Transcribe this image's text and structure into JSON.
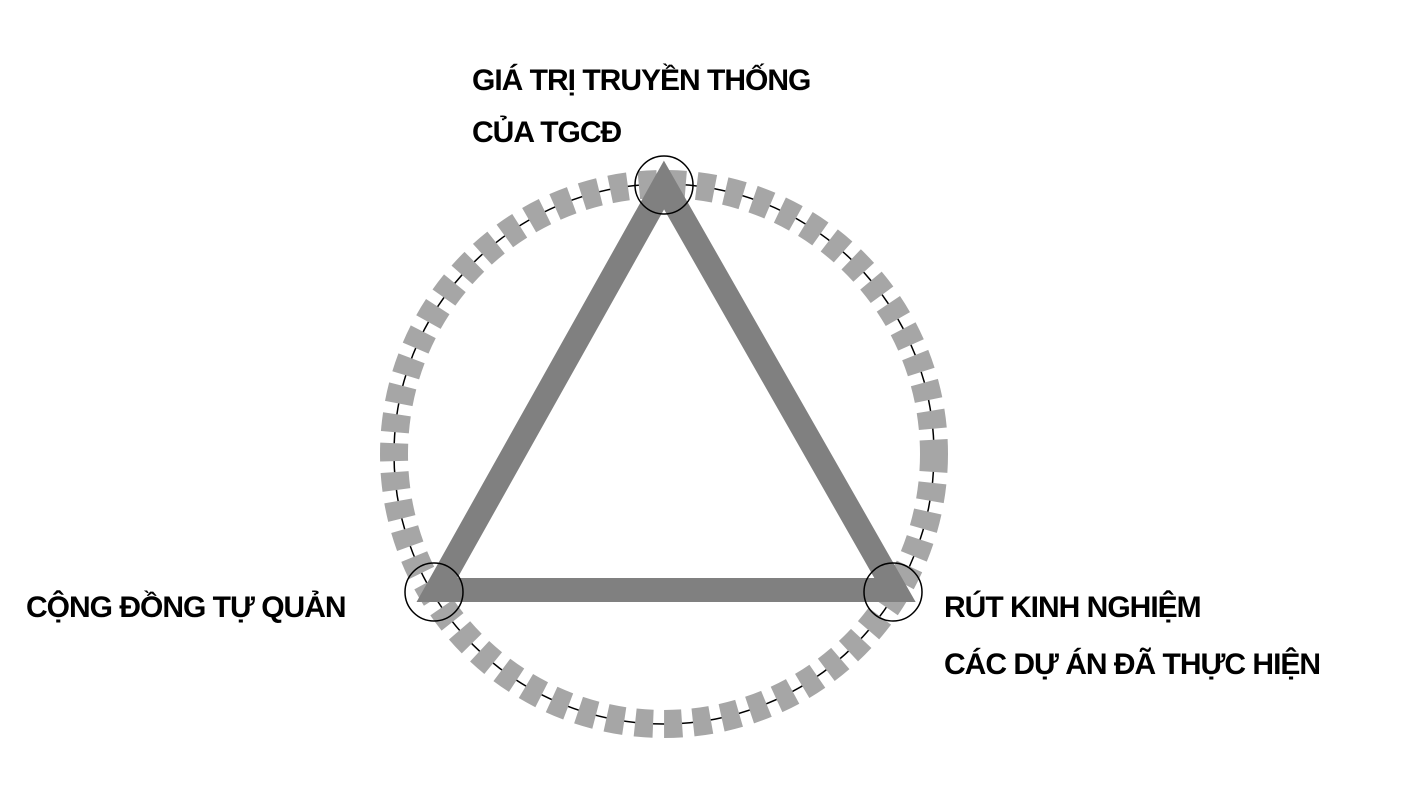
{
  "labels": {
    "top_line1": "GIÁ TRỊ TRUYỀN THỐNG",
    "top_line2": "CỦA TGCĐ",
    "left": "CỘNG ĐỒNG TỰ QUẢN",
    "right_line1": "RÚT KINH NGHIỆM",
    "right_line2": "CÁC DỰ ÁN ĐÃ THỰC HIỆN"
  },
  "colors": {
    "triangle": "#808080",
    "dashed_ring": "#a6a6a6",
    "thin_circle": "#000000",
    "text": "#000000",
    "background": "#ffffff"
  }
}
